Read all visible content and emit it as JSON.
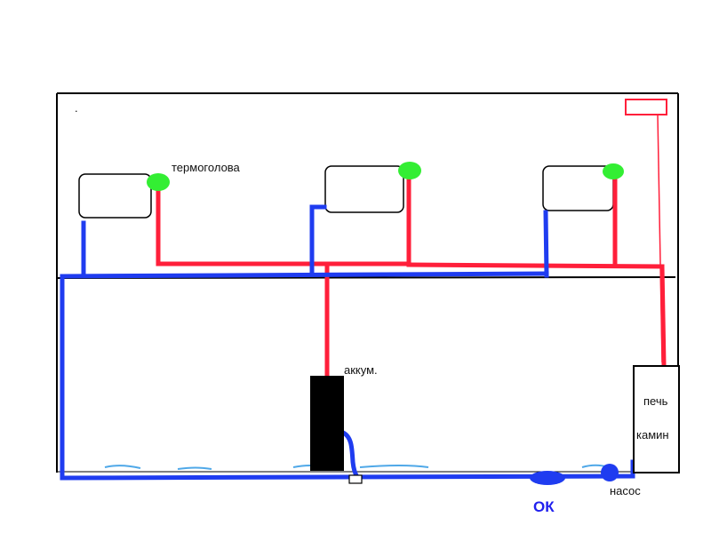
{
  "labels": {
    "thermo_head": "термоголова",
    "accumulator": "аккум.",
    "stove_line1": "печь",
    "stove_line2": "камин",
    "pump": "насос",
    "expansion_tank": "ОК",
    "dot": "."
  },
  "colors": {
    "hot": "#ff1f3a",
    "cold": "#1f3cf0",
    "thermo": "#33ee33",
    "outline": "#000000",
    "water": "#4fa8e8"
  }
}
